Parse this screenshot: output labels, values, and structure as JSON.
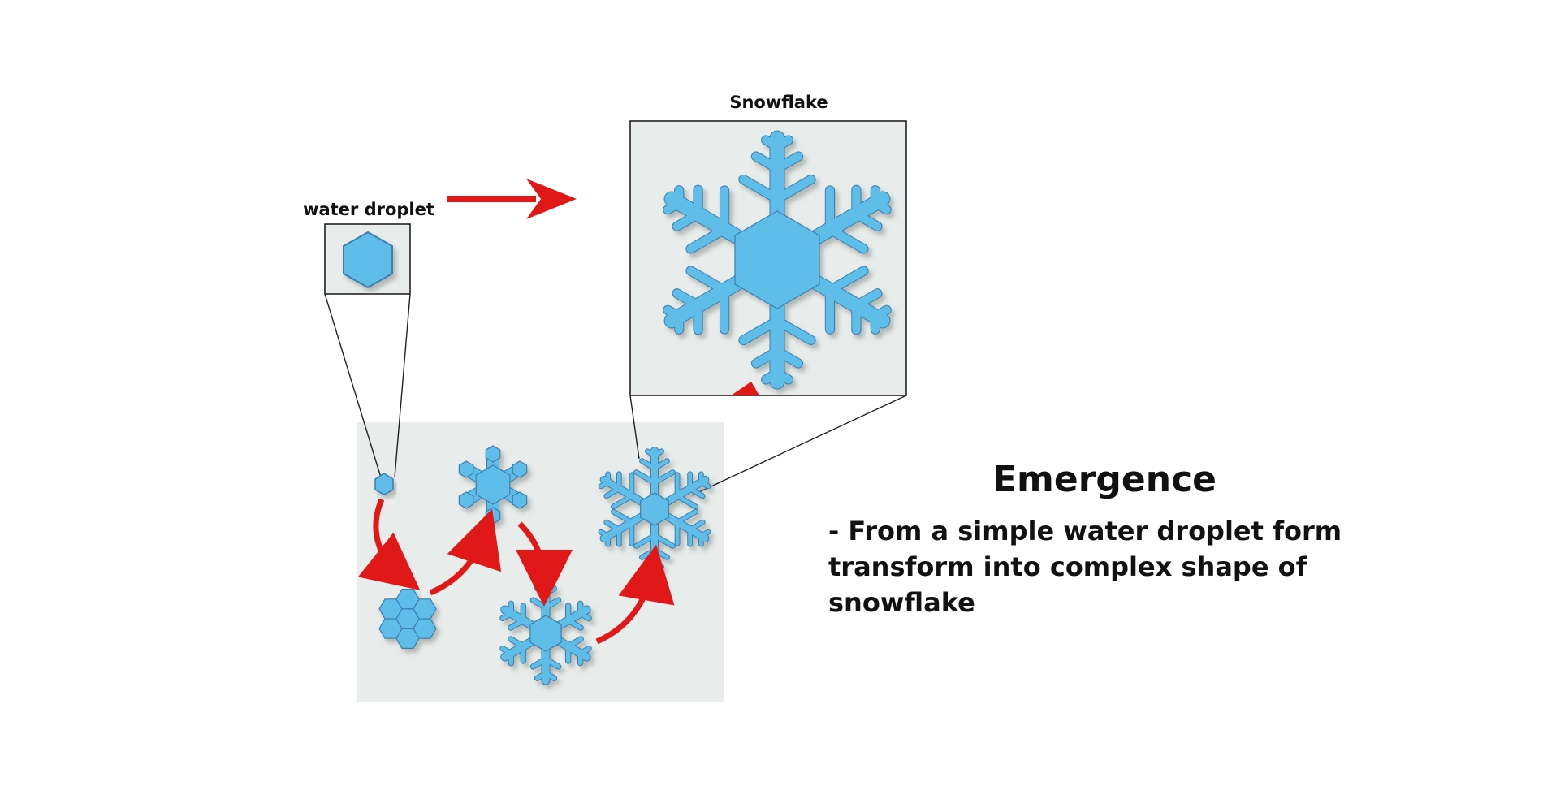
{
  "labels": {
    "water_droplet": "water droplet",
    "snowflake": "Snowflake"
  },
  "text": {
    "heading": "Emergence",
    "description": "- From a simple water droplet form transform into complex shape of snowflake"
  },
  "colors": {
    "ice_fill": "#5fbde9",
    "ice_stroke": "#3a7fae",
    "panel_bg": "#e8ecea",
    "arrow_red": "#e01818",
    "frame": "#222222"
  },
  "stages": [
    {
      "name": "droplet"
    },
    {
      "name": "hexagon-cluster"
    },
    {
      "name": "branching-cluster"
    },
    {
      "name": "spiky-crystal"
    },
    {
      "name": "snowflake"
    }
  ]
}
